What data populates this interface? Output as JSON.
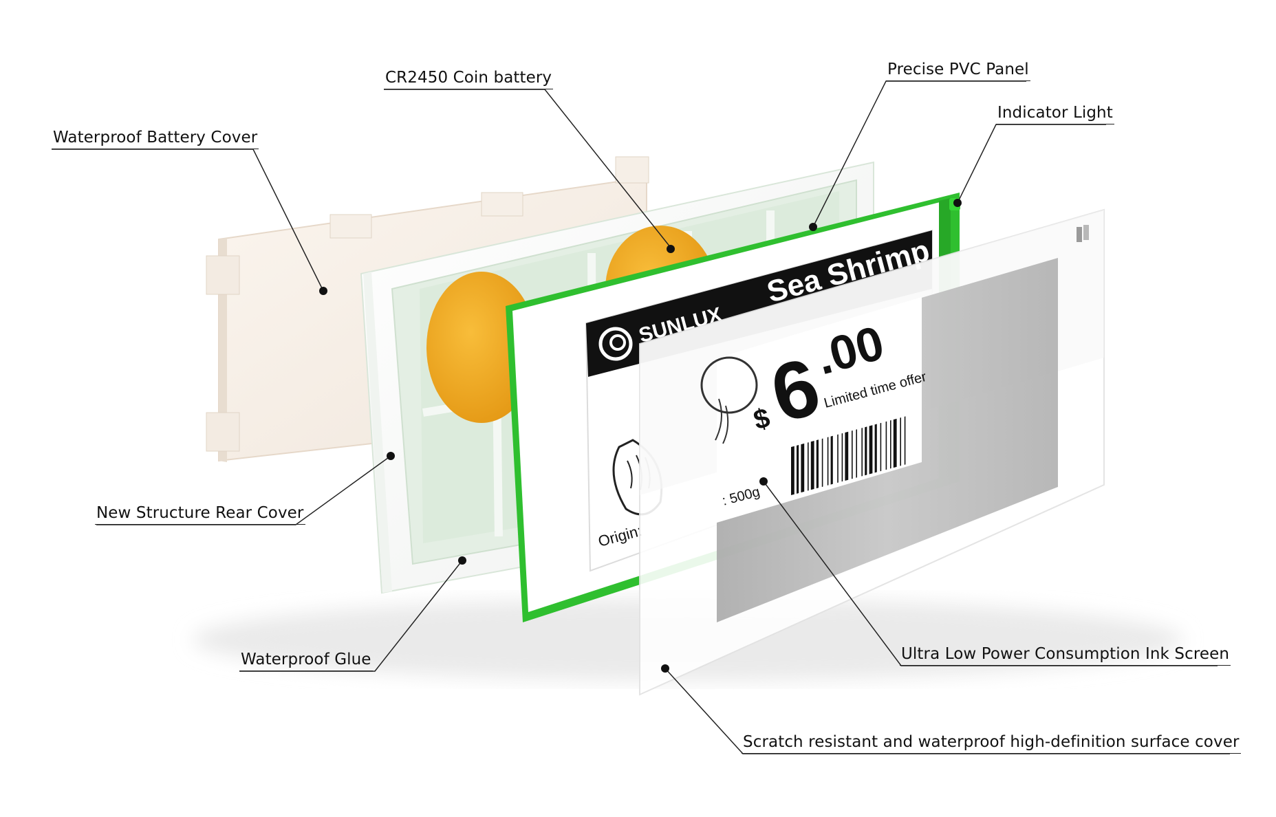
{
  "labels": {
    "battery_cover": "Waterproof Battery Cover",
    "coin_battery": "CR2450 Coin battery",
    "pvc_panel": "Precise PVC Panel",
    "indicator_light": "Indicator Light",
    "rear_cover": "New Structure Rear Cover",
    "glue": "Waterproof  Glue",
    "ink_screen": "Ultra Low Power Consumption Ink Screen",
    "surface_cover": "Scratch resistant and waterproof high-definition surface cover"
  },
  "screen": {
    "brand": "SUNLUX",
    "product": "Sea Shrimp",
    "currency": "$",
    "price_main": "6",
    "price_decimal": ".00",
    "offer": "Limited time offer",
    "origin": "Origin:",
    "weight": ": 500g"
  },
  "colors": {
    "accent_green": "#2fbf2f",
    "battery_orange": "#f2a81d"
  }
}
